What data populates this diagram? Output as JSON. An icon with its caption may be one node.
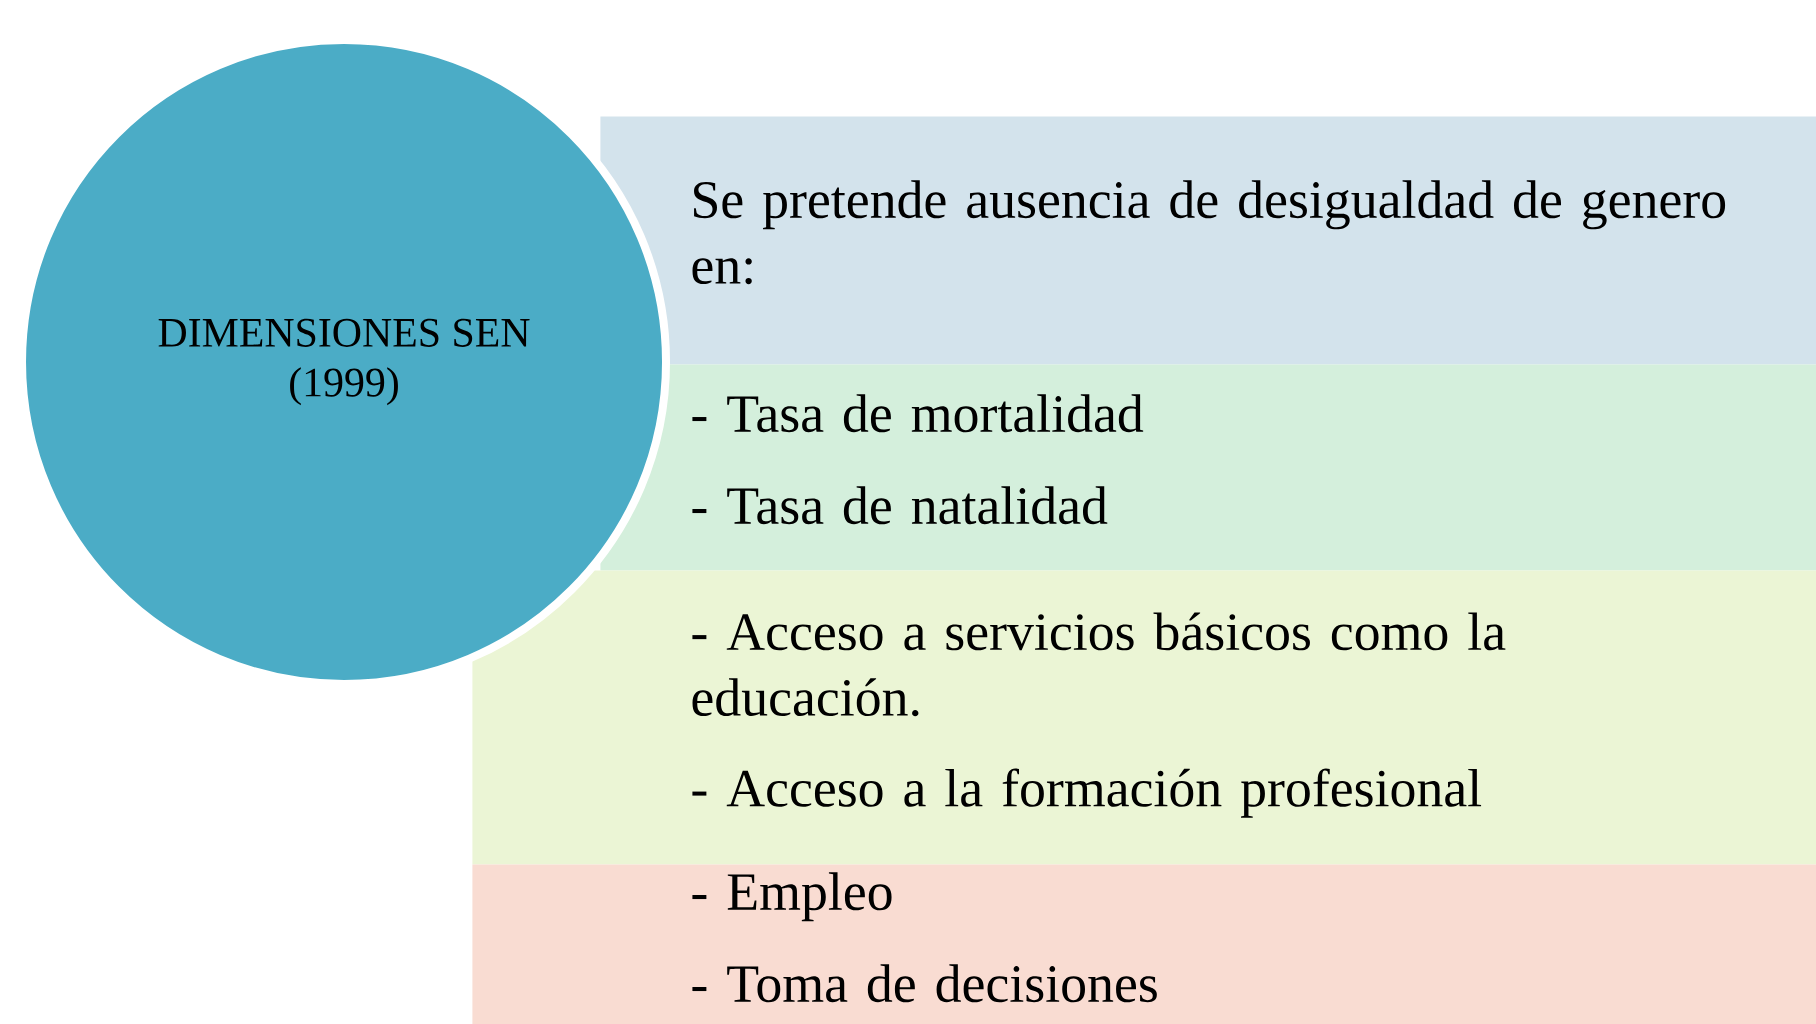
{
  "diagram": {
    "nodes": [
      {
        "text": [
          "DIMENSIONES SEN (1999)"
        ]
      },
      {
        "text": [
          "Se pretende ausencia de desigualdad de genero en:"
        ]
      },
      {
        "text": [
          "- Tasa de mortalidad",
          "- Tasa de natalidad"
        ]
      },
      {
        "text": [
          "- Acceso a servicios básicos como la educación.",
          "- Acceso a la formación profesional"
        ]
      },
      {
        "text": [
          "- Empleo",
          "- Toma de decisiones"
        ]
      }
    ]
  }
}
